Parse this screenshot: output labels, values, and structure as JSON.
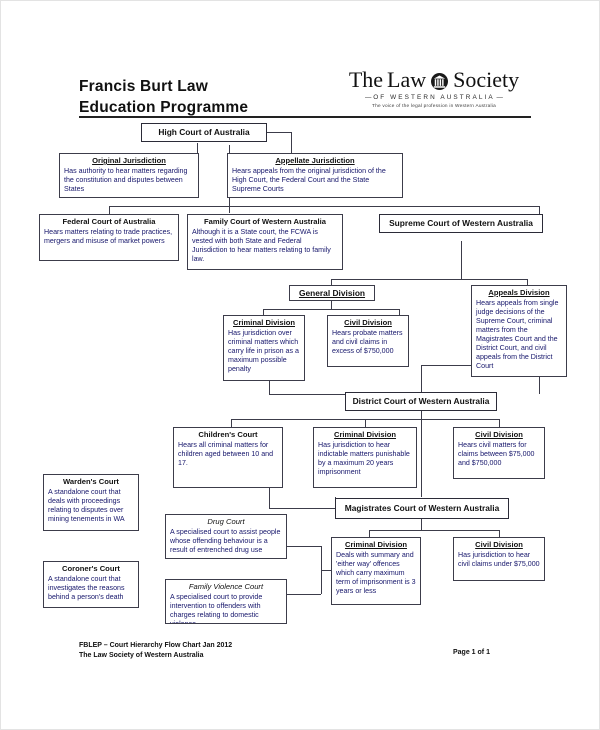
{
  "header": {
    "title_line1": "Francis Burt Law",
    "title_line2": "Education Programme",
    "logo": {
      "word_the": "The",
      "word_law": "Law",
      "word_society": "Society",
      "registered_mark": ".",
      "crest_icon": "greek-temple-crest-icon",
      "subtitle": "OF WESTERN AUSTRALIA",
      "tagline": "The voice of the legal profession in Western Australia"
    }
  },
  "chart": {
    "high_court": {
      "title": "High Court of Australia"
    },
    "original_jurisdiction": {
      "title": "Original Jurisdiction",
      "body": "Has authority to hear matters regarding the constitution and disputes between States"
    },
    "appellate_jurisdiction": {
      "title": "Appellate Jurisdiction",
      "body": "Hears appeals from the original jurisdiction of the High Court, the Federal Court and the State Supreme Courts"
    },
    "federal_court": {
      "title": "Federal Court of Australia",
      "body": "Hears matters relating to trade practices, mergers and misuse of market powers"
    },
    "family_court_wa": {
      "title": "Family Court of Western Australia",
      "body": "Although it is a State court, the FCWA is vested with both State and Federal Jurisdiction to hear matters relating to family law."
    },
    "supreme_court_wa": {
      "title": "Supreme Court of Western Australia"
    },
    "general_division": {
      "title": "General Division"
    },
    "sc_criminal_division": {
      "title": "Criminal Division",
      "body": "Has jurisdiction over criminal matters which carry life in prison as a maximum possible penalty"
    },
    "sc_civil_division": {
      "title": "Civil Division",
      "body": "Hears probate matters and civil claims in excess of $750,000"
    },
    "appeals_division": {
      "title": "Appeals Division",
      "body": "Hears appeals from single judge decisions of the Supreme Court, criminal matters from the Magistrates Court and the District Court, and civil appeals from the District Court"
    },
    "district_court_wa": {
      "title": "District Court of Western Australia"
    },
    "childrens_court": {
      "title": "Children's Court",
      "body": "Hears all criminal matters for children aged between 10 and 17."
    },
    "dc_criminal_division": {
      "title": "Criminal Division",
      "body": "Has jurisdiction to hear indictable matters punishable by a maximum 20 years imprisonment"
    },
    "dc_civil_division": {
      "title": "Civil Division",
      "body": "Hears civil matters for claims between $75,000 and $750,000"
    },
    "wardens_court": {
      "title": "Warden's Court",
      "body": "A standalone court that deals with proceedings relating to disputes over mining tenements in WA"
    },
    "coroners_court": {
      "title": "Coroner's Court",
      "body": "A standalone court that investigates the reasons behind a person's death"
    },
    "drug_court": {
      "title": "Drug Court",
      "body": "A specialised court to assist people whose offending behaviour is a result of entrenched drug use"
    },
    "family_violence_court": {
      "title": "Family Violence Court",
      "body": "A specialised court to provide intervention to offenders with charges relating to domestic violence"
    },
    "magistrates_court_wa": {
      "title": "Magistrates Court of Western Australia"
    },
    "mc_criminal_division": {
      "title": "Criminal Division",
      "body": "Deals with summary and 'either way' offences which carry maximum term of imprisonment is 3 years or less"
    },
    "mc_civil_division": {
      "title": "Civil Division",
      "body": "Has jurisdiction to hear civil claims under $75,000"
    }
  },
  "footer": {
    "line1": "FBLEP – Court Hierarchy Flow Chart Jan 2012",
    "line2": "The Law Society of Western Australia",
    "page": "Page 1 of 1"
  }
}
